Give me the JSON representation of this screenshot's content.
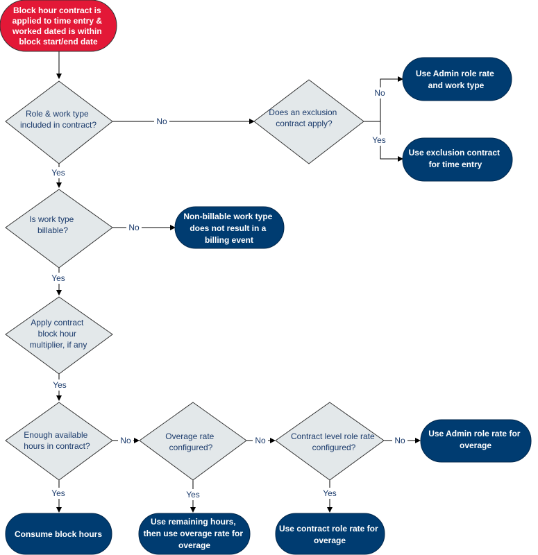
{
  "colors": {
    "start_fill": "#e31837",
    "decision_fill": "#e3e8ea",
    "decision_stroke": "#333333",
    "terminal_fill": "#003c71",
    "decision_text": "#1a3a6b",
    "terminal_text": "#ffffff",
    "line": "#000000",
    "label_text": "#1a3a6b"
  },
  "start": {
    "lines": [
      "Block hour contract is",
      "applied to time entry &",
      "worked dated is within",
      "block start/end date"
    ]
  },
  "decisions": {
    "role_work_type": {
      "lines": [
        "Role & work type",
        "included in contract?"
      ]
    },
    "exclusion": {
      "lines": [
        "Does an exclusion",
        "contract apply?"
      ]
    },
    "billable": {
      "lines": [
        "Is work type",
        "billable?"
      ]
    },
    "multiplier": {
      "lines": [
        "Apply contract",
        "block hour",
        "multiplier, if any"
      ]
    },
    "enough_hours": {
      "lines": [
        "Enough available",
        "hours in contract?"
      ]
    },
    "overage_rate": {
      "lines": [
        "Overage rate",
        "configured?"
      ]
    },
    "contract_role_rate": {
      "lines": [
        "Contract level role rate",
        "configured?"
      ]
    }
  },
  "terminals": {
    "admin_role_rate": {
      "lines": [
        "Use Admin role rate",
        "and work type"
      ]
    },
    "exclusion_contract": {
      "lines": [
        "Use exclusion contract",
        "for time entry"
      ]
    },
    "non_billable": {
      "lines": [
        "Non-billable work type",
        "does not result in a",
        "billing event"
      ]
    },
    "consume_block": {
      "lines": [
        "Consume block hours"
      ]
    },
    "remaining_overage": {
      "lines": [
        "Use remaining hours,",
        "then use overage rate for",
        "overage"
      ]
    },
    "contract_role_overage": {
      "lines": [
        "Use contract role rate for",
        "overage"
      ]
    },
    "admin_role_overage": {
      "lines": [
        "Use Admin role rate for",
        "overage"
      ]
    }
  },
  "edge_labels": {
    "role_no": "No",
    "role_yes": "Yes",
    "exclusion_no": "No",
    "exclusion_yes": "Yes",
    "billable_no": "No",
    "billable_yes": "Yes",
    "multiplier_yes": "Yes",
    "enough_no": "No",
    "enough_yes": "Yes",
    "overage_no": "No",
    "overage_yes": "Yes",
    "contract_no": "No",
    "contract_yes": "Yes"
  }
}
